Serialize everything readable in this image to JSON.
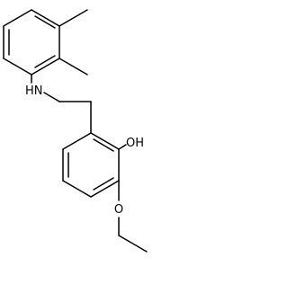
{
  "molecule": {
    "atom_labels": {
      "amine": "HN",
      "hydroxyl": "OH",
      "ether_oxygen": "O"
    },
    "colors": {
      "bond": "#000000",
      "text": "#000000",
      "background": "#ffffff"
    }
  }
}
